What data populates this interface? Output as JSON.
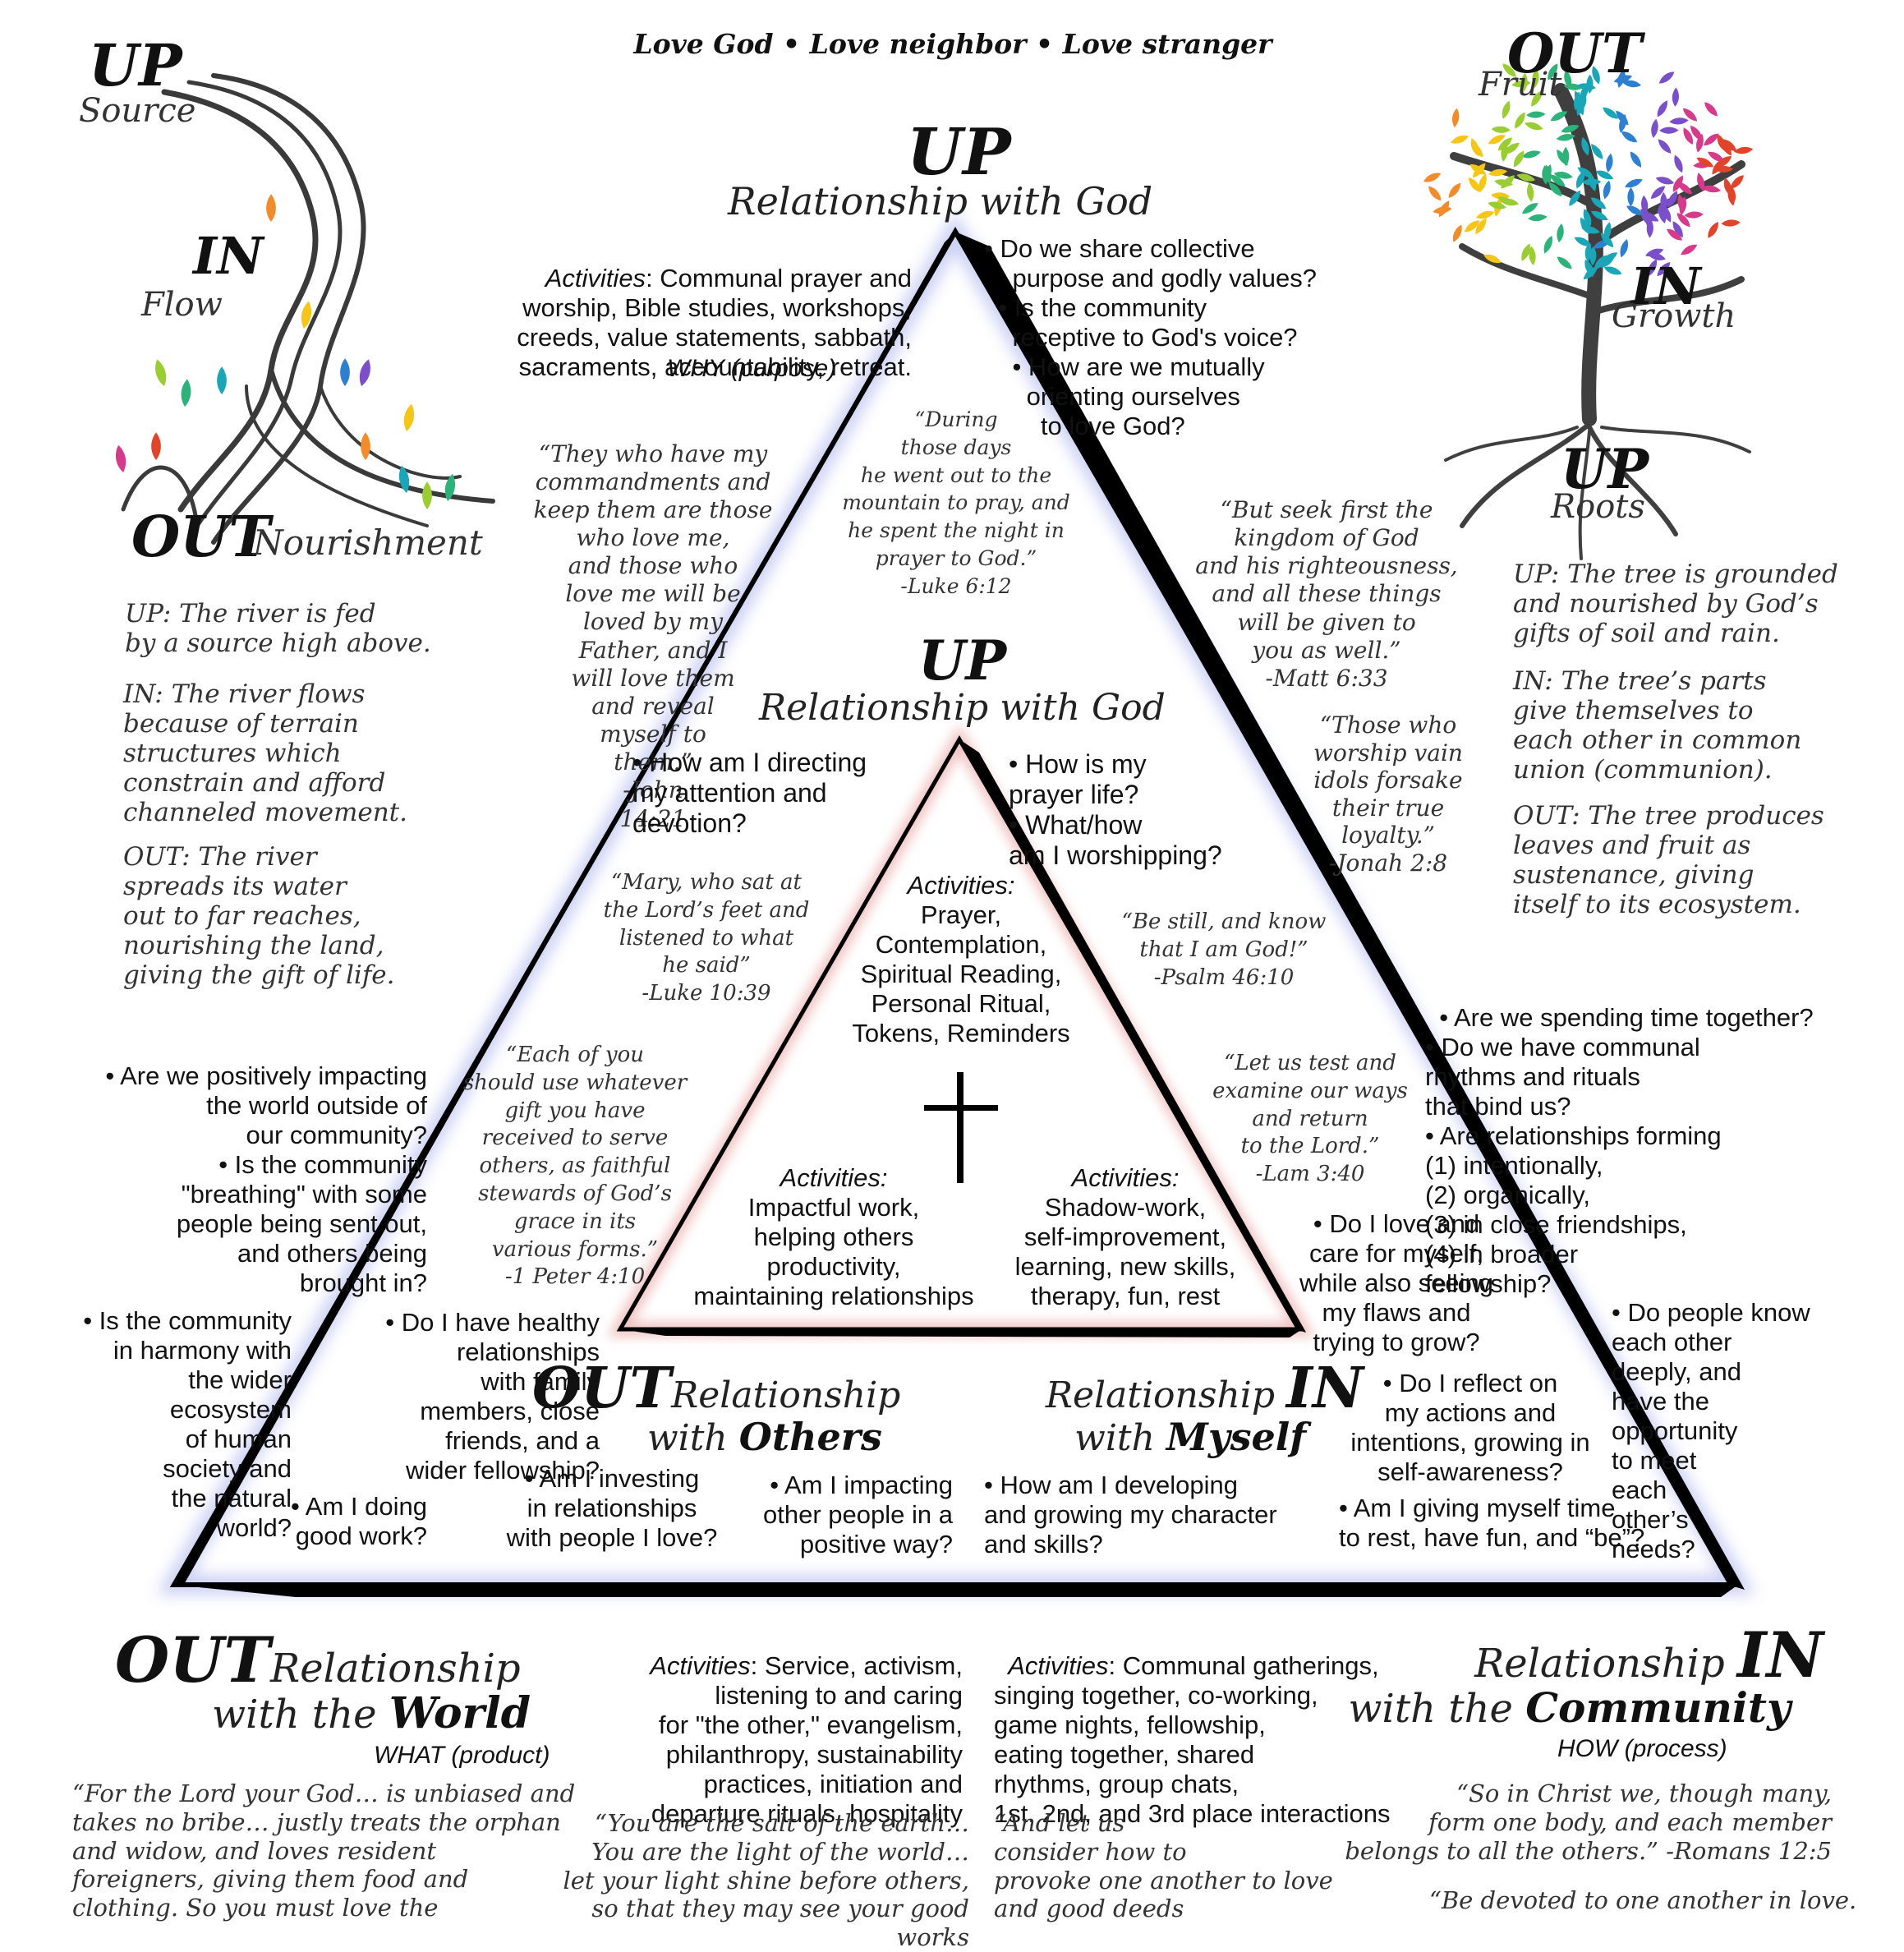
{
  "header": {
    "tagline": "Love God  •  Love neighbor  •  Love stranger"
  },
  "river": {
    "up": "UP",
    "up_sub": "Source",
    "in": "IN",
    "in_sub": "Flow",
    "out": "OUT",
    "out_sub": "Nourishment",
    "desc": [
      "UP: The river is fed\nby a source high above.",
      "IN: The river flows\nbecause of terrain\nstructures which\nconstrain and afford\nchanneled movement.",
      "OUT: The river\nspreads its water\nout to far reaches,\nnourishing the land,\ngiving the gift of life."
    ],
    "leaf_colors": [
      "#f28b2a",
      "#f5c518",
      "#9acd32",
      "#2db37a",
      "#1aa6b7",
      "#2f7fd1",
      "#7b4fc9",
      "#d63a8a",
      "#e0452c"
    ]
  },
  "tree": {
    "out": "OUT",
    "out_sub": "Fruit",
    "in": "IN",
    "in_sub": "Growth",
    "up": "UP",
    "up_sub": "Roots",
    "desc": [
      "UP: The tree is grounded\nand nourished by God’s\ngifts of soil and rain.",
      "IN: The tree’s parts\ngive themselves to\neach other in common\nunion (communion).",
      "OUT: The tree produces\nleaves and fruit as\nsustenance, giving\nitself to its ecosystem."
    ],
    "trunk_color": "#3f3f3f"
  },
  "outer": {
    "up_title": "UP",
    "up_sub": "Relationship with God",
    "activities_label": "Activities",
    "up_activities": ": Communal prayer and\nworship, Bible studies, workshops,\ncreeds, value statements, sabbath,\nsacraments, accountability, retreat.",
    "why": "WHY (purpose)",
    "up_questions": "• Do we share collective\n    purpose and godly values?\n  • Is the community\n    receptive to God's voice?\n    • How are we mutually\n      orienting ourselves\n        to love God?",
    "quote_john": "“They who have my\ncommandments and\nkeep them are those\nwho love me,\nand those who\nlove me will be\nloved by my\nFather, and I\nwill love them\nand reveal\nmyself to\nthem.”\n-John\n14:21",
    "quote_luke612": "“During\nthose days\nhe went out to the\nmountain to pray, and\nhe spent the night in\nprayer to God.”\n-Luke 6:12",
    "quote_matt": "“But seek first the\nkingdom of God\nand his righteousness,\nand all these things\nwill be given to\nyou as well.”\n-Matt 6:33",
    "quote_jonah": "“Those who\nworship vain\nidols forsake\ntheir true\nloyalty.”\n-Jonah 2:8",
    "quote_peter": "“Each of you\nshould use whatever\ngift you have\nreceived to serve\nothers, as faithful\nstewards of God’s\ngrace in its\nvarious forms.”\n-1 Peter 4:10",
    "quote_lam": "“Let us test and\nexamine our ways\nand return\nto the Lord.”\n-Lam 3:40",
    "world_questions": "• Are we positively impacting\nthe world outside of\nour community?\n• Is the community\n\"breathing\" with some\npeople being sent out,\nand others being\nbrought in?",
    "world_questions2": "• Is the community\nin harmony with\nthe wider\necosystem\nof human\nsociety and\nthe natural\nworld?",
    "community_questions": "• Are we spending time together?\n• Do we have communal\nrhythms and rituals\nthat bind us?\n• Are relationships forming\n(1) intentionally,\n(2) organically,\n(3) in close friendships,\n(4) in broader\nfellowship?",
    "community_questions2": "• Do people know\neach other\ndeeply, and\nhave the\nopportunity\nto meet\neach\nother’s\nneeds?"
  },
  "middle": {
    "up_title": "UP",
    "up_sub": "Relationship with God",
    "q_attention": "• How am I directing\nmy attention and\ndevotion?",
    "q_prayer": "• How is my\nprayer life?\n• What/how\nam I worshipping?",
    "quote_mary": "“Mary, who sat at\nthe Lord’s feet and\nlistened to what\nhe said”\n-Luke 10:39",
    "quote_psalm": "“Be still, and know\nthat I am God!”\n-Psalm 46:10",
    "q_healthy": "• Do I have healthy\nrelationships\nwith family\nmembers, close\nfriends, and a\nwider fellowship?",
    "q_goodwork": "• Am I doing\ngood work?",
    "q_investing": "• Am I investing\nin relationships\nwith people I love?",
    "q_impacting": "• Am I impacting\nother people in a\npositive way?",
    "q_developing": "• How am I developing\nand growing my character\nand skills?",
    "q_resting": "• Am I giving myself time\nto rest, have fun, and “be”?",
    "q_love_myself": "• Do I love and\ncare for myself,\nwhile also seeing\nmy flaws and\ntrying to grow?",
    "q_reflect": "• Do I reflect on\nmy actions and\nintentions, growing in\nself-awareness?",
    "others_title": "OUT",
    "others_rel": "Relationship",
    "others_with": "with ",
    "others_word": "Others",
    "myself_rel": "Relationship ",
    "myself_title": "IN",
    "myself_with": "with ",
    "myself_word": "Myself"
  },
  "inner": {
    "activities_label": "Activities",
    "up_activities": "Prayer,\nContemplation,\nSpiritual Reading,\nPersonal Ritual,\nTokens, Reminders",
    "out_activities": "Impactful work,\nhelping others\nproductivity,\nmaintaining relationships",
    "in_activities": "Shadow-work,\nself-improvement,\nlearning, new skills,\ntherapy, fun, rest"
  },
  "bottom": {
    "world_title": "OUT",
    "world_rel": "Relationship",
    "world_with": "with the ",
    "world_word": "World",
    "what": "WHAT (product)",
    "world_activities_label": "Activities",
    "world_activities": ": Service, activism,\nlistening to and caring\nfor \"the other,\" evangelism,\nphilanthropy, sustainability\npractices, initiation and\ndeparture rituals, hospitality",
    "community_activities_label": "Activities",
    "community_activities": ": Communal gatherings,\nsinging together, co-working,\ngame nights, fellowship,\neating together, shared\nrhythms, group chats,\n1st, 2nd, and 3rd place interactions",
    "community_rel": "Relationship ",
    "community_title": "IN",
    "community_with": "with the ",
    "community_word": "Community",
    "how": "HOW (process)",
    "quote_deut": "“For the Lord your God… is unbiased and\ntakes no bribe… justly treats the orphan\nand widow, and loves resident\nforeigners, giving them food and\nclothing. So you must love the",
    "quote_salt": "“You are the salt of the earth…\nYou are the light of the world…\nlet your light shine before others,\nso that they may see your good works",
    "quote_hebrews": "“And let us\nconsider how to\nprovoke one another to love\nand good deeds",
    "quote_romans": "“So in Christ we, though many,\nform one body, and  each member\nbelongs to all the others.” -Romans 12:5",
    "quote_devoted": "“Be devoted to one another in love."
  }
}
